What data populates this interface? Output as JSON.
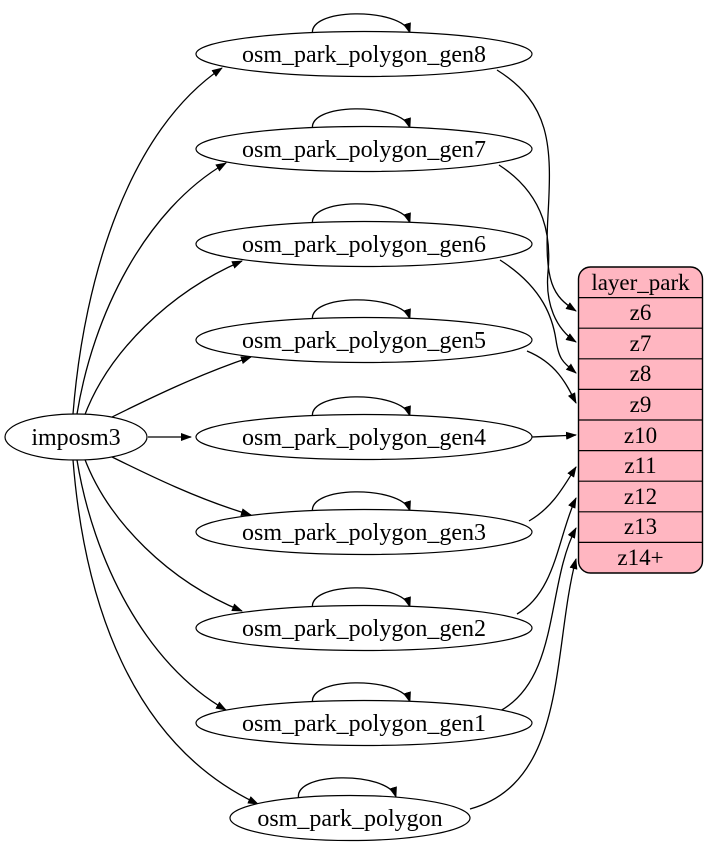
{
  "diagram": {
    "type": "etl-dependency-graph",
    "source": {
      "label": "imposm3"
    },
    "tables": [
      {
        "label": "osm_park_polygon_gen8",
        "feeds_zoom": "z6"
      },
      {
        "label": "osm_park_polygon_gen7",
        "feeds_zoom": "z7"
      },
      {
        "label": "osm_park_polygon_gen6",
        "feeds_zoom": "z8"
      },
      {
        "label": "osm_park_polygon_gen5",
        "feeds_zoom": "z9"
      },
      {
        "label": "osm_park_polygon_gen4",
        "feeds_zoom": "z10"
      },
      {
        "label": "osm_park_polygon_gen3",
        "feeds_zoom": "z11"
      },
      {
        "label": "osm_park_polygon_gen2",
        "feeds_zoom": "z12"
      },
      {
        "label": "osm_park_polygon_gen1",
        "feeds_zoom": "z13"
      },
      {
        "label": "osm_park_polygon",
        "feeds_zoom": "z14+"
      }
    ],
    "layer": {
      "title": "layer_park",
      "rows": [
        "z6",
        "z7",
        "z8",
        "z9",
        "z10",
        "z11",
        "z12",
        "z13",
        "z14+"
      ]
    },
    "edges": {
      "from_source_to": [
        "osm_park_polygon_gen8",
        "osm_park_polygon_gen7",
        "osm_park_polygon_gen6",
        "osm_park_polygon_gen5",
        "osm_park_polygon_gen4",
        "osm_park_polygon_gen3",
        "osm_park_polygon_gen2",
        "osm_park_polygon_gen1",
        "osm_park_polygon"
      ],
      "self_loops": [
        "osm_park_polygon_gen8",
        "osm_park_polygon_gen7",
        "osm_park_polygon_gen6",
        "osm_park_polygon_gen5",
        "osm_park_polygon_gen4",
        "osm_park_polygon_gen3",
        "osm_park_polygon_gen2",
        "osm_park_polygon_gen1",
        "osm_park_polygon"
      ],
      "to_layer": [
        {
          "from": "osm_park_polygon_gen8",
          "to": "layer_park:z6"
        },
        {
          "from": "osm_park_polygon_gen7",
          "to": "layer_park:z7"
        },
        {
          "from": "osm_park_polygon_gen6",
          "to": "layer_park:z8"
        },
        {
          "from": "osm_park_polygon_gen5",
          "to": "layer_park:z9"
        },
        {
          "from": "osm_park_polygon_gen4",
          "to": "layer_park:z10"
        },
        {
          "from": "osm_park_polygon_gen3",
          "to": "layer_park:z11"
        },
        {
          "from": "osm_park_polygon_gen2",
          "to": "layer_park:z12"
        },
        {
          "from": "osm_park_polygon_gen1",
          "to": "layer_park:z13"
        },
        {
          "from": "osm_park_polygon",
          "to": "layer_park:z14+"
        }
      ]
    },
    "colors": {
      "layer_fill": "#ffb6c1",
      "node_fill": "#ffffff",
      "stroke": "#000000",
      "background": "#ffffff"
    }
  }
}
